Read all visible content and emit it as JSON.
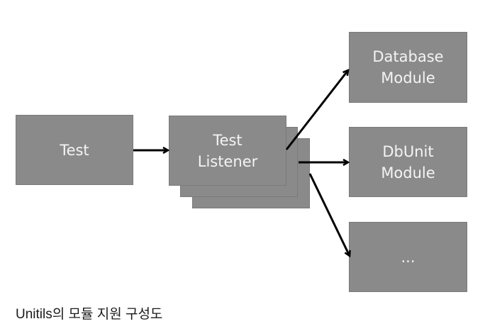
{
  "diagram": {
    "nodes": [
      {
        "id": "test",
        "label": "Test"
      },
      {
        "id": "test-listener",
        "label": "Test\nListener",
        "stacked": 3
      },
      {
        "id": "database-module",
        "label": "Database\nModule"
      },
      {
        "id": "dbunit-module",
        "label": "DbUnit\nModule"
      },
      {
        "id": "other-module",
        "label": "..."
      }
    ],
    "edges": [
      {
        "from": "test",
        "to": "test-listener"
      },
      {
        "from": "test-listener",
        "to": "database-module"
      },
      {
        "from": "test-listener",
        "to": "dbunit-module"
      },
      {
        "from": "test-listener",
        "to": "other-module"
      }
    ],
    "colors": {
      "box_fill": "#8a8a8a",
      "box_text": "#f4f4f4",
      "arrow": "#000000"
    }
  },
  "caption": "Unitils의 모듈 지원 구성도"
}
